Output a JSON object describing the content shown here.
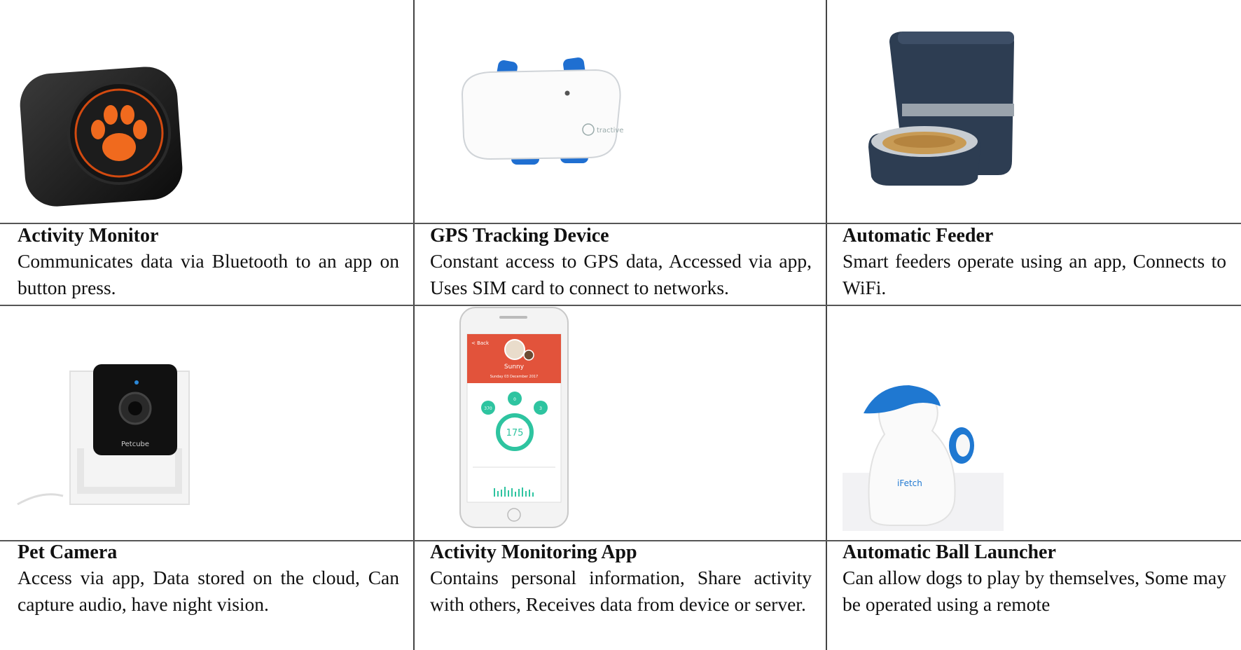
{
  "cells": [
    {
      "title": "Activity Monitor",
      "desc": "Communicates data via Bluetooth to an app on button press.",
      "image_icon": "paw-activity-monitor-icon"
    },
    {
      "title": "GPS Tracking Device",
      "desc": "Constant access to GPS data, Accessed via app, Uses SIM card to connect to networks.",
      "image_icon": "gps-tracker-icon",
      "brand": "tractive"
    },
    {
      "title": "Automatic Feeder",
      "desc": "Smart feeders operate using an app, Connects to WiFi.",
      "image_icon": "automatic-feeder-icon"
    },
    {
      "title": "Pet Camera",
      "desc": "Access via app, Data stored on the cloud, Can capture audio, have night vision.",
      "image_icon": "pet-camera-icon",
      "brand": "Petcube"
    },
    {
      "title": "Activity Monitoring App",
      "desc": "Contains personal information, Share activity with others, Receives data from device or server.",
      "image_icon": "smartphone-app-icon",
      "app": {
        "back": "< Back",
        "name": "Sunny",
        "date": "Sunday 03 December 2017",
        "center_value": "175",
        "ring_values": [
          "370",
          "0",
          "3"
        ]
      }
    },
    {
      "title": "Automatic Ball Launcher",
      "desc": "Can allow dogs to play by themselves, Some may be operated using a remote",
      "image_icon": "ball-launcher-icon",
      "brand": "iFetch"
    }
  ]
}
